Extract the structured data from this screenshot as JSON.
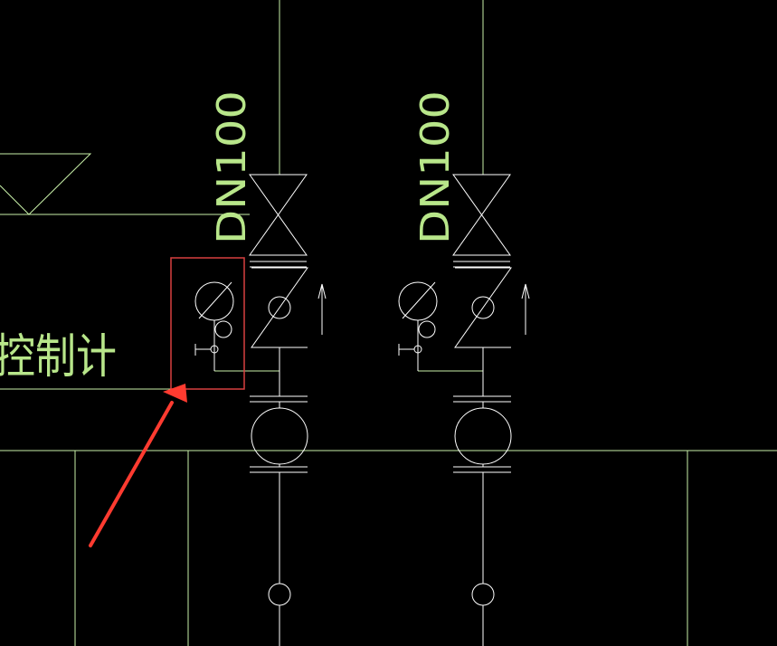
{
  "drawing": {
    "label_left": "控制计",
    "pipe_label_1": "DN100",
    "pipe_label_2": "DN100"
  },
  "colors": {
    "background": "#000000",
    "pipe_line": "#c8f0a8",
    "symbol_line": "#ffffff",
    "text": "#b8e68a",
    "highlight_box": "#d84040",
    "arrow": "#ff3b30"
  }
}
